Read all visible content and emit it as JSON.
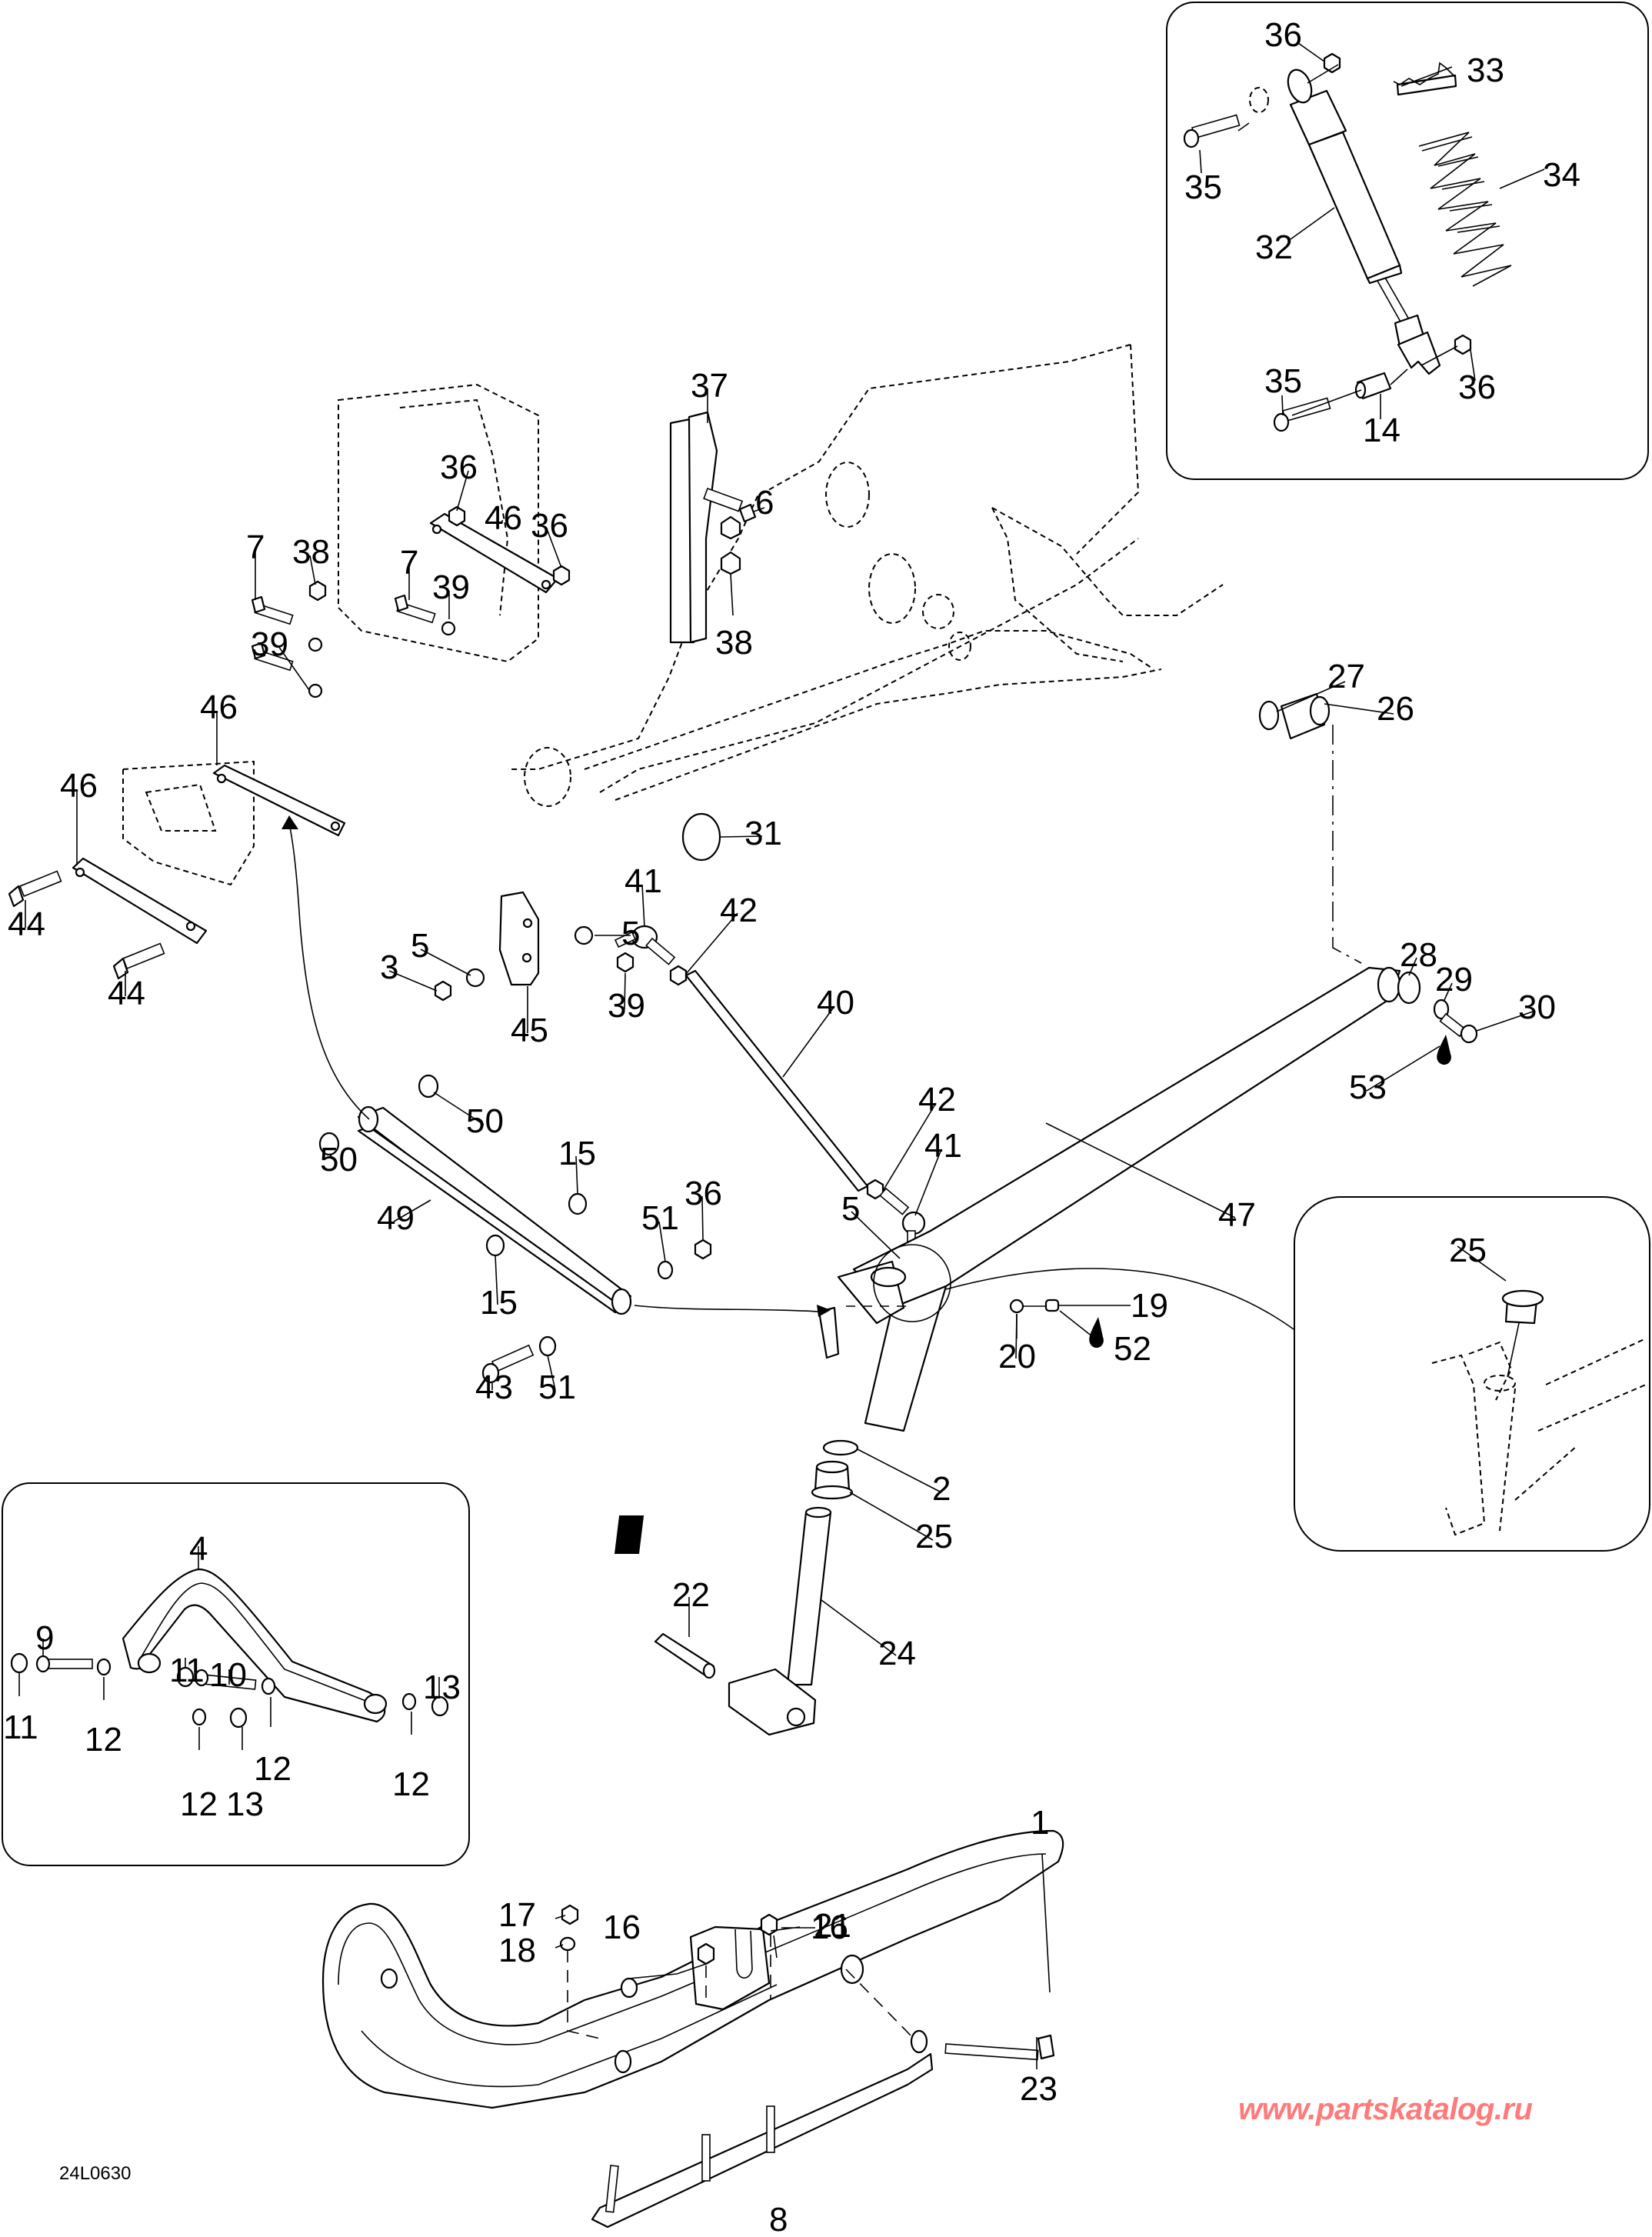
{
  "diagram": {
    "title": "Front suspension / ski exploded parts diagram",
    "reference_code": "24L0630",
    "watermark": "www.partskatalog.ru",
    "watermark_color": "#ff7a7a",
    "line_color": "#000000",
    "background": "#ffffff"
  },
  "insets": {
    "shock_absorber": {
      "callouts": [
        "36",
        "33",
        "34",
        "35",
        "32",
        "35",
        "36",
        "14"
      ]
    },
    "ski_handle": {
      "callouts": [
        "4",
        "9",
        "11",
        "10",
        "13",
        "11",
        "12",
        "12",
        "12",
        "12",
        "13"
      ]
    },
    "spindle_bushing_detail": {
      "callouts": [
        "25"
      ]
    }
  },
  "callouts": {
    "c36a": "36",
    "c33": "33",
    "c34": "34",
    "c35a": "35",
    "c32": "32",
    "c35b": "35",
    "c36b": "36",
    "c14": "14",
    "c37": "37",
    "c36c": "36",
    "c46a": "46",
    "c36d": "36",
    "c6": "6",
    "c7a": "7",
    "c38a": "38",
    "c7b": "7",
    "c39a": "39",
    "c38b": "38",
    "c39b": "39",
    "c27": "27",
    "c26": "26",
    "c46b": "46",
    "c46c": "46",
    "c31": "31",
    "c41a": "41",
    "c42a": "42",
    "c5a": "5",
    "c5b": "5",
    "c3": "3",
    "c44a": "44",
    "c44b": "44",
    "c28": "28",
    "c29": "29",
    "c30": "30",
    "c39c": "39",
    "c45": "45",
    "c40": "40",
    "c53": "53",
    "c50a": "50",
    "c42b": "42",
    "c41b": "41",
    "c50b": "50",
    "c15a": "15",
    "c36e": "36",
    "c47": "47",
    "c49": "49",
    "c51a": "51",
    "c5c": "5",
    "c25a": "25",
    "c15b": "15",
    "c19": "19",
    "c20": "20",
    "c52": "52",
    "c43": "43",
    "c51b": "51",
    "c2": "2",
    "c25b": "25",
    "c4": "4",
    "c22": "22",
    "c24": "24",
    "c9": "9",
    "c11a": "11",
    "c10": "10",
    "c13a": "13",
    "c11b": "11",
    "c12a": "12",
    "c12b": "12",
    "c12c": "12",
    "c12d": "12",
    "c13b": "13",
    "c17": "17",
    "c21": "21",
    "c1": "1",
    "c18": "18",
    "c16a": "16",
    "c16b": "16",
    "c23": "23",
    "c8": "8"
  },
  "icons": {
    "lubricant_drop_52": "grease-drop-icon",
    "lubricant_drop_53": "grease-drop-icon",
    "assembly_arrow": "curved-arrow-icon"
  }
}
